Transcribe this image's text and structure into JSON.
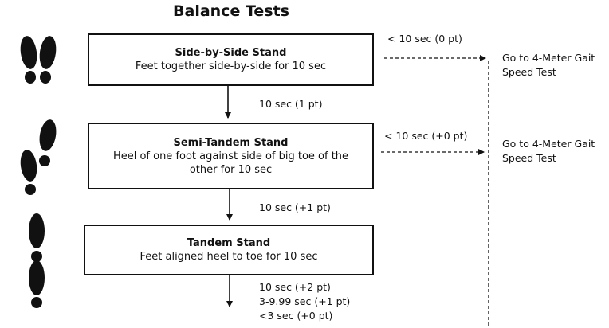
{
  "title": "Balance Tests",
  "stages": [
    {
      "title": "Side-by-Side Stand",
      "desc": "Feet together side-by-side for 10 sec"
    },
    {
      "title": "Semi-Tandem Stand",
      "desc": "Heel of one foot against side of big toe of the other for 10 sec"
    },
    {
      "title": "Tandem Stand",
      "desc": "Feet aligned heel to toe for 10 sec"
    }
  ],
  "fail_labels": [
    "< 10 sec (0 pt)",
    "< 10 sec (+0 pt)"
  ],
  "pass_labels": [
    "10 sec (1 pt)",
    "10 sec (+1 pt)"
  ],
  "final_scores": [
    "10 sec (+2 pt)",
    "3-9.99 sec (+1 pt)",
    "<3 sec (+0 pt)"
  ],
  "goto_label": "Go to 4-Meter Gait Speed Test"
}
